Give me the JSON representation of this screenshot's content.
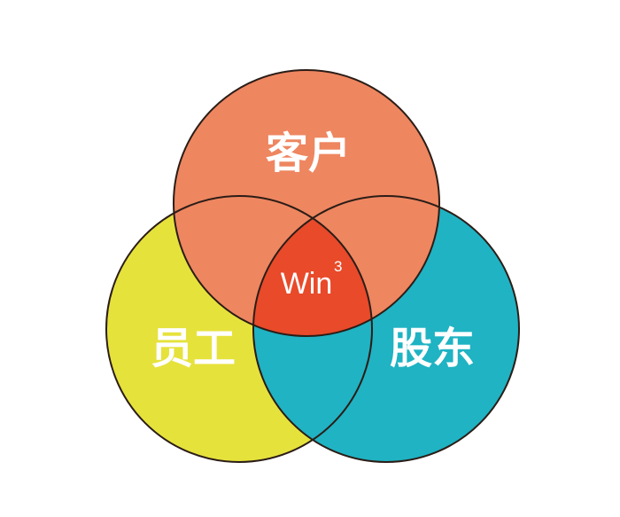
{
  "diagram": {
    "type": "venn",
    "circles": [
      {
        "label": "客户",
        "color": "#ee8660"
      },
      {
        "label": "员工",
        "color": "#e6e23c"
      },
      {
        "label": "股东",
        "color": "#1fb3c3"
      }
    ],
    "center": {
      "text": "Win",
      "superscript": "3",
      "color": "#e84a2a"
    }
  }
}
